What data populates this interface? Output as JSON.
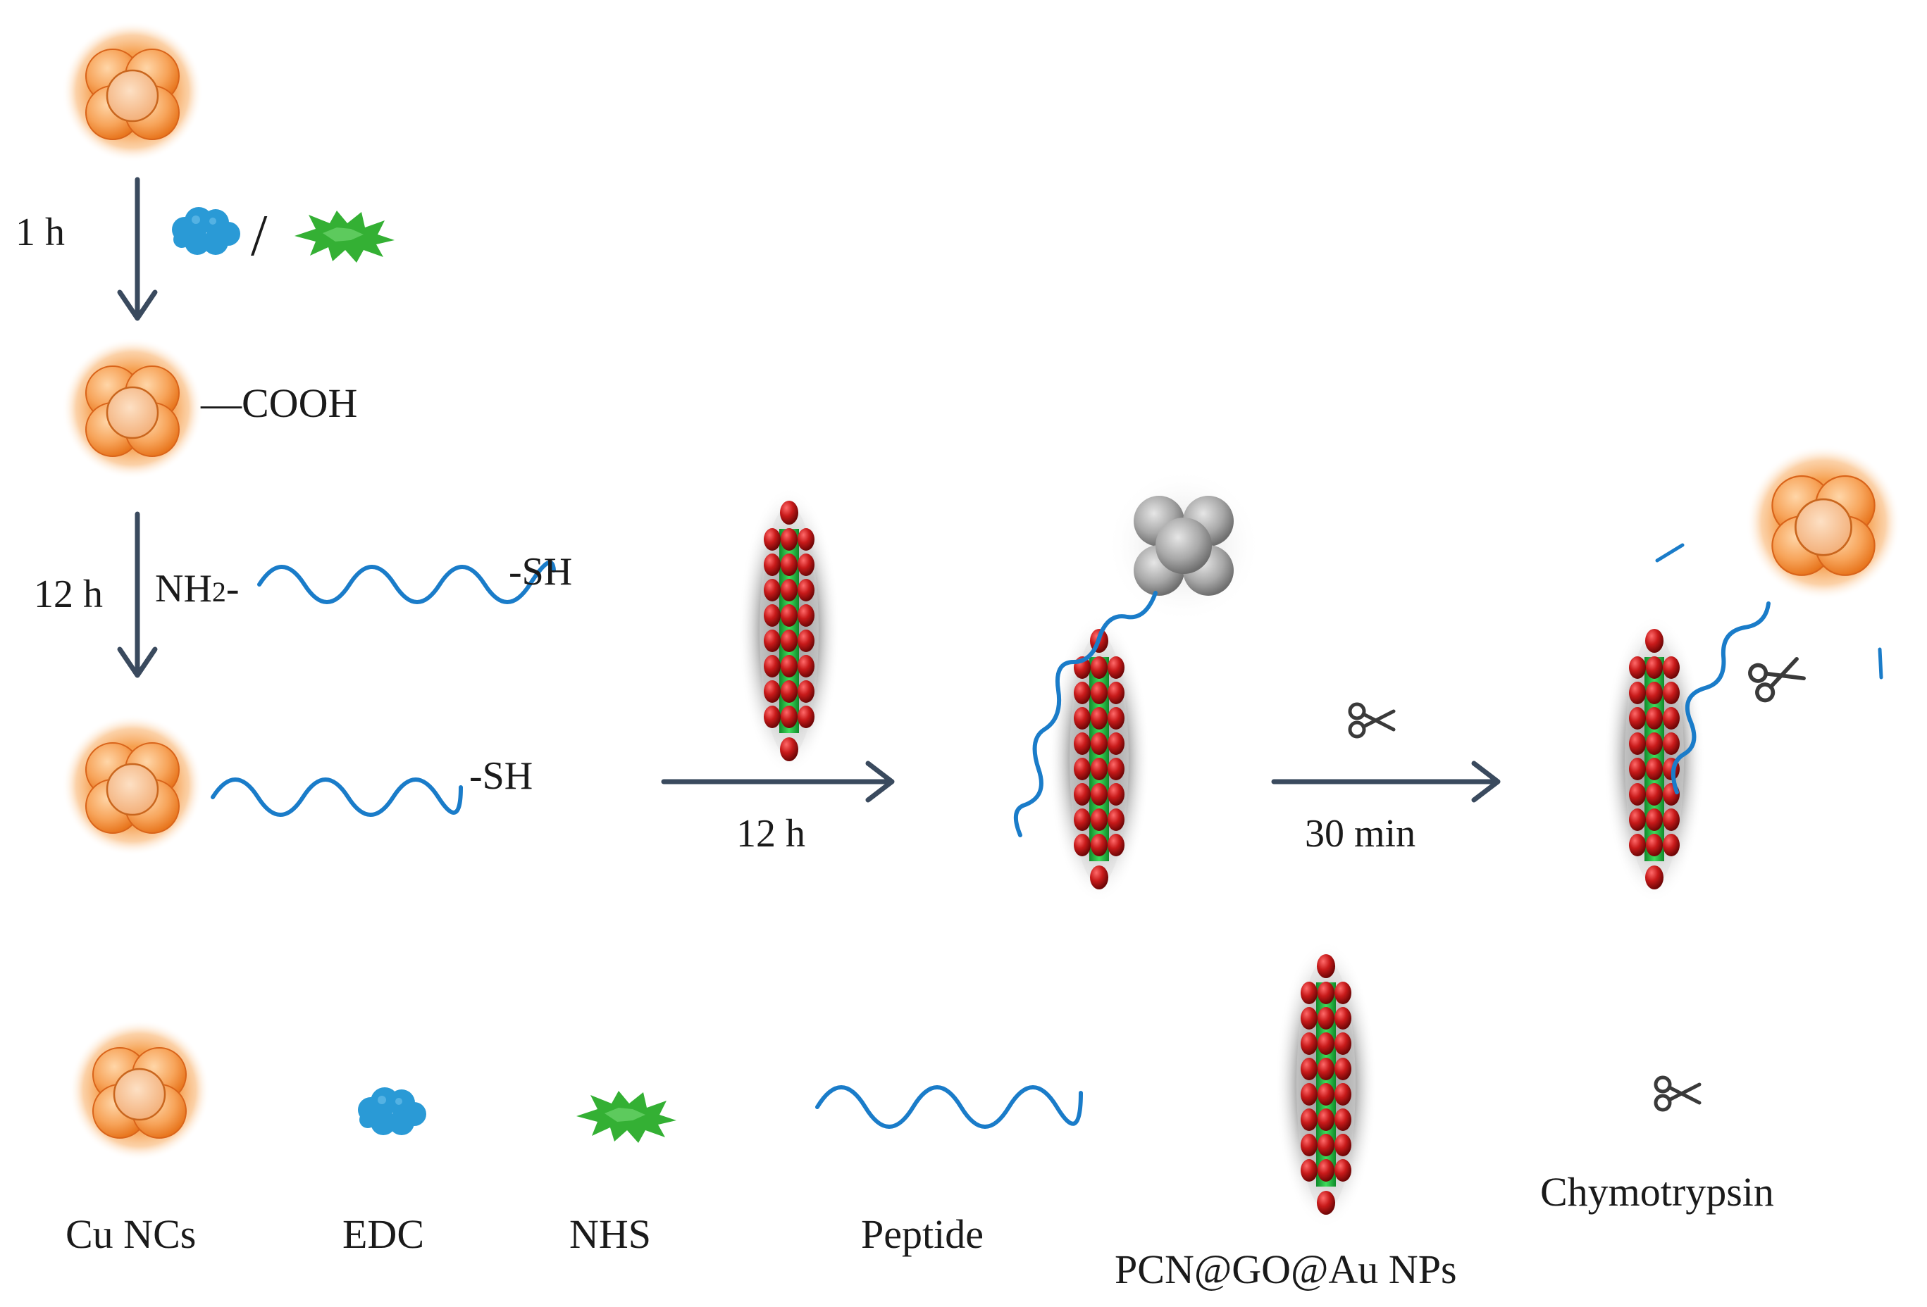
{
  "colors": {
    "arrow": "#3a4a5e",
    "peptide": "#1a7cc9",
    "edc": "#2a9ad6",
    "nhs": "#3bb33b",
    "cu_light": "#f6a25a",
    "cu_dark": "#e86a14",
    "gold": "#b81818",
    "go_green": "#1fbf3f",
    "protein_gray": "#9c9c9c"
  },
  "icons": {
    "cu_nc": "cu-nc-cluster-icon",
    "edc": "edc-cloud-icon",
    "nhs": "nhs-star-icon",
    "peptide": "peptide-wave-icon",
    "nanorod": "pcn-go-au-np-icon",
    "enzyme": "scissors-icon",
    "protein": "protein-cluster-icon"
  },
  "steps": {
    "step1_time": "1 h",
    "step1_separator": "/",
    "cooh_label": "—COOH",
    "step2_time": "12 h",
    "nh2_label": "NH",
    "nh2_subscript": "2",
    "nh2_dash": "-",
    "sh_label_top": "-SH",
    "sh_label_conj": "-SH",
    "step3_time": "12 h",
    "step4_time": "30 min"
  },
  "legend": {
    "cu": "Cu NCs",
    "edc": "EDC",
    "nhs": "NHS",
    "peptide": "Peptide",
    "pcn": "PCN@GO@Au NPs",
    "chymo": "Chymotrypsin"
  }
}
